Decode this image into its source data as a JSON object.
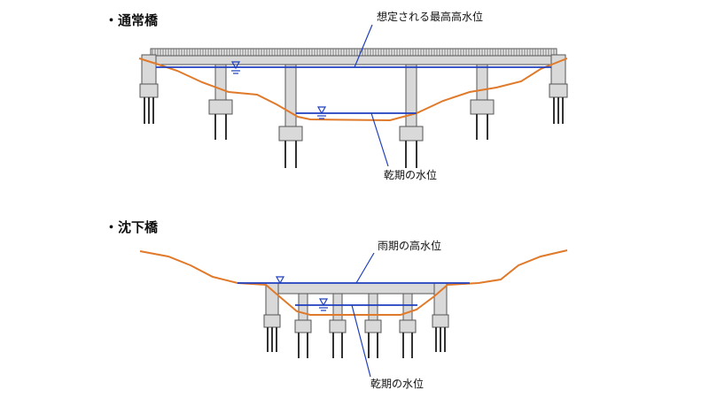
{
  "sections": {
    "normal_bridge": {
      "title": "・通常橋",
      "label_max_water": "想定される最高高水位",
      "label_dry_water": "乾期の水位"
    },
    "submersible_bridge": {
      "title": "・沈下橋",
      "label_rain_water": "雨期の高水位",
      "label_dry_water": "乾期の水位"
    }
  },
  "colors": {
    "ground": "#e07a2a",
    "water": "#1f3fbf",
    "concrete": "#d9d9d9"
  }
}
